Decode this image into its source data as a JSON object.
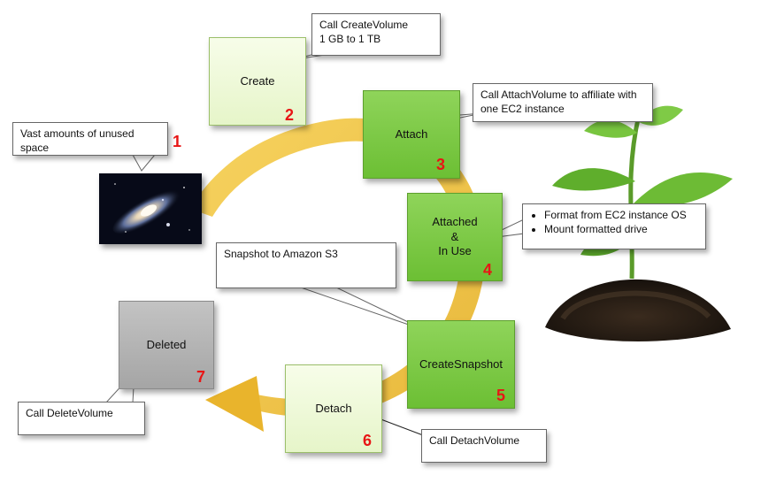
{
  "steps": [
    {
      "label": "Create",
      "number": "2"
    },
    {
      "label": "Attach",
      "number": "3"
    },
    {
      "label": "Attached & In Use",
      "lines": [
        "Attached",
        "&",
        "In Use"
      ],
      "number": "4"
    },
    {
      "label": "CreateSnapshot",
      "number": "5"
    },
    {
      "label": "Detach",
      "number": "6"
    },
    {
      "label": "Deleted",
      "number": "7"
    }
  ],
  "start": {
    "label": "Vast amounts of unused space",
    "number": "1",
    "icon": "galaxy-image"
  },
  "callouts": {
    "create": [
      "Call CreateVolume",
      "1 GB to 1 TB"
    ],
    "attach": "Call AttachVolume to affiliate with one EC2 instance",
    "in_use": [
      "Format from EC2 instance OS",
      "Mount formatted drive"
    ],
    "snapshot": "Snapshot to Amazon S3",
    "detach": "Call DetachVolume",
    "delete": "Call DeleteVolume"
  },
  "decoration": {
    "plant": "plant-in-soil-image"
  },
  "colors": {
    "arrow": "#f2c23a",
    "number": "#e81515",
    "active_box": "#7dcc45",
    "idle_box": "#eef8dc",
    "deleted_box": "#b4b4b4"
  }
}
